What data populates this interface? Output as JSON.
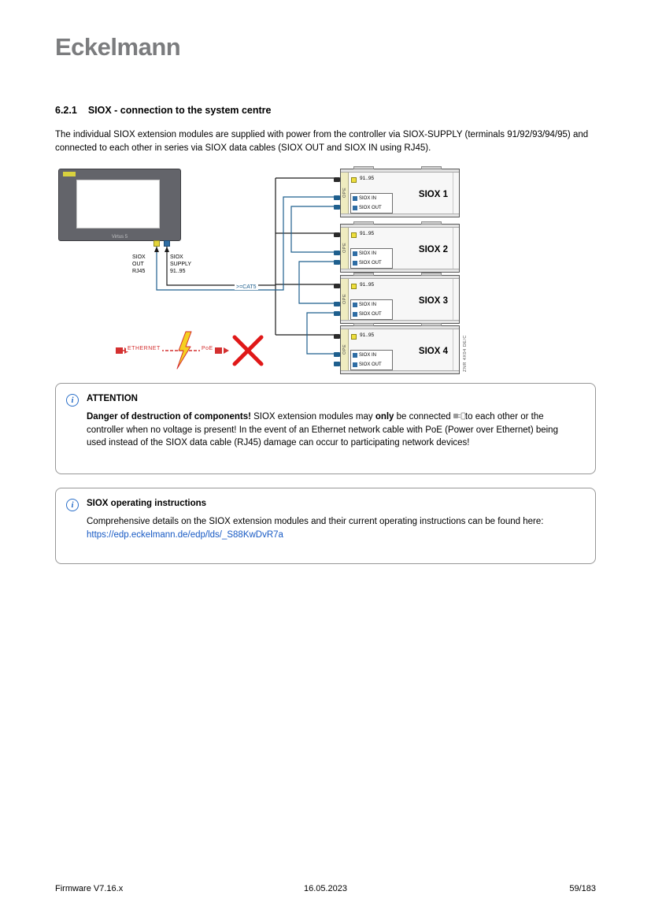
{
  "logo": {
    "text": "Eckelmann"
  },
  "icons": {
    "info": "i"
  },
  "section": {
    "number": "6.2.1",
    "title": "SIOX - connection to the system centre",
    "intro": "The individual SIOX extension modules are supplied with power from the controller via SIOX-SUPPLY (terminals 91/92/93/94/95) and connected to each other in series via SIOX data cables (SIOX OUT and SIOX IN using RJ45)."
  },
  "diagram": {
    "controller_label": "Virtus 5",
    "siox_out_port": "SIOX\nOUT\nRJ45",
    "siox_supply_port": "SIOX\nSUPPLY\n91..95",
    "cable_spec": ">=CAT5",
    "supply_terminal": "91..95",
    "ope": "OPE",
    "siox_in": "SIOX IN",
    "siox_out": "SIOX OUT",
    "modules": [
      {
        "name": "SIOX 1"
      },
      {
        "name": "SIOX 2"
      },
      {
        "name": "SIOX 3"
      },
      {
        "name": "SIOX 4"
      }
    ],
    "ethernet": "ETHERNET",
    "poe": "PoE",
    "znr": "ZNR 4X04 DE/C"
  },
  "attention": {
    "title": "ATTENTION",
    "lead_bold": "Danger of destruction of components!",
    "t1": " SIOX extension modules may ",
    "only_bold": "only",
    "t2": " be connected ",
    "t3": "to each other or the controller when no voltage is present! In the event of an Ethernet network cable with PoE (Power over Ethernet) being used instead of the SIOX data cable (RJ45) damage can occur to participating network devices!"
  },
  "instructions": {
    "title": "SIOX operating instructions",
    "body": "Comprehensive details on the SIOX extension modules and their current operating instructions can be found here:",
    "link": "https://edp.eckelmann.de/edp/lds/_S88KwDvR7a"
  },
  "footer": {
    "left": "Firmware V7.16.x",
    "center": "16.05.2023",
    "right": "59/183"
  }
}
